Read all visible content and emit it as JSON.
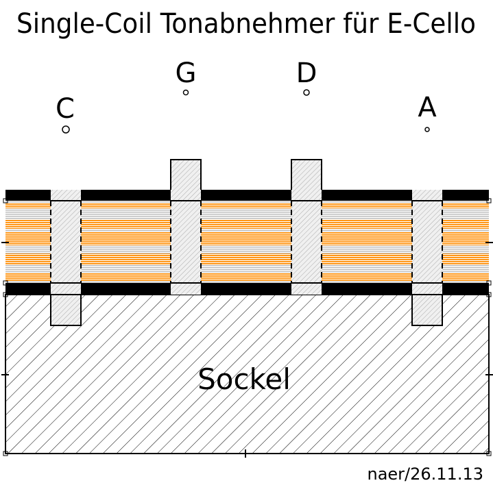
{
  "title": "Single-Coil Tonabnehmer für E-Cello",
  "strings": [
    {
      "label": "C"
    },
    {
      "label": "G"
    },
    {
      "label": "D"
    },
    {
      "label": "A"
    }
  ],
  "base_label": "Sockel",
  "signature": "naer/26.11.13",
  "colors": {
    "coil_orange": "#ff8c00",
    "coil_gray": "#c8c8c8",
    "magnet_fill": "#e6e6e6",
    "line": "#000000"
  }
}
